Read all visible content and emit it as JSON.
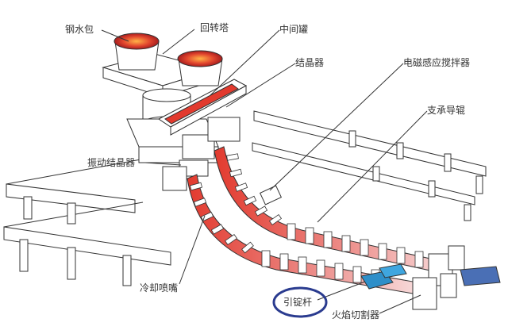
{
  "labels": {
    "ladle": "钢水包",
    "turret": "回转塔",
    "tundish": "中间罐",
    "mould": "结晶器",
    "stirrer": "电磁感应搅拌器",
    "support_rolls": "支承导辊",
    "oscillation": "振动结晶器",
    "cooling_nozzle": "冷却喷嘴",
    "dummy_bar": "引锭杆",
    "torch_cutter": "火焰切割器"
  },
  "colors": {
    "line": "#333333",
    "steel_hot": "#e23a2e",
    "steel_warm": "#ec8a86",
    "steel_cool": "#f7d7d7",
    "dummy_bar": "#2e8fc9",
    "highlight_circle": "#2a3b8f",
    "background": "#ffffff"
  },
  "highlight": "dummy_bar"
}
